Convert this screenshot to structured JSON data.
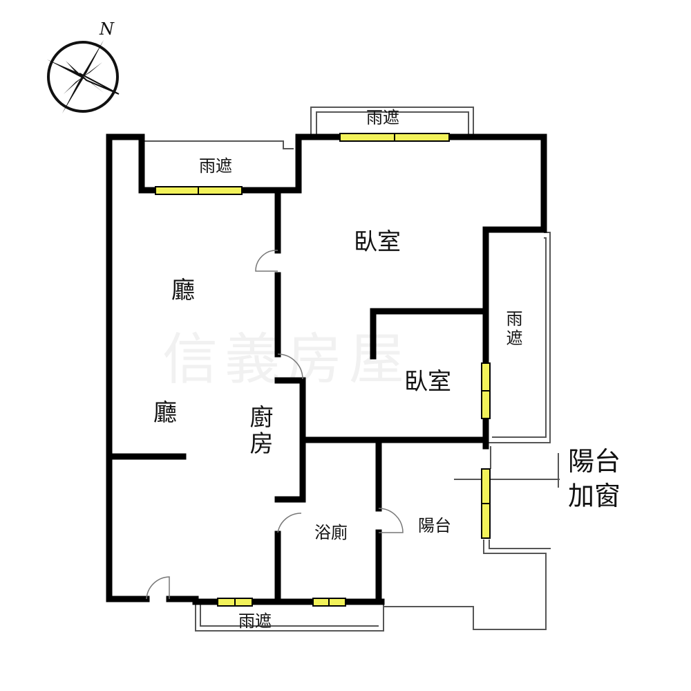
{
  "compass": {
    "north_label": "N"
  },
  "watermark": "信義房屋",
  "rooms": {
    "rain_cover_top": "雨遮",
    "rain_cover_upper_left": "雨遮",
    "rain_cover_right": "雨遮",
    "rain_cover_bottom": "雨遮",
    "bedroom_1": "臥室",
    "bedroom_2": "臥室",
    "living_room_1": "廳",
    "living_room_2": "廳",
    "kitchen": "廚房",
    "bathroom": "浴廁",
    "balcony": "陽台"
  },
  "callout": {
    "line1": "陽台",
    "line2": "加窗"
  },
  "colors": {
    "wall": "#000000",
    "window": "#f2f25a"
  }
}
